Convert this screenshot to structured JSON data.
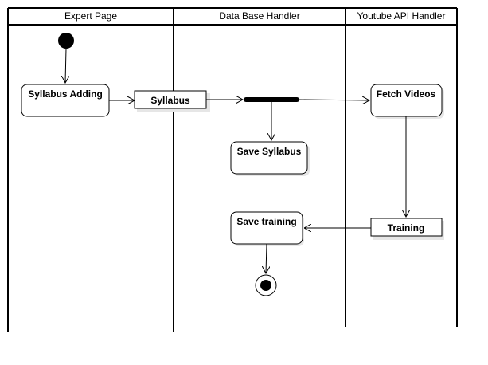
{
  "swimlanes": [
    {
      "id": "expert",
      "title": "Expert Page"
    },
    {
      "id": "db",
      "title": "Data Base Handler"
    },
    {
      "id": "yt",
      "title": "Youtube API Handler"
    }
  ],
  "nodes": {
    "syllabus_adding": "Syllabus Adding",
    "syllabus_object": "Syllabus",
    "save_syllabus": "Save Syllabus",
    "fetch_videos": "Fetch Videos",
    "training_object": "Training",
    "save_training": "Save training"
  },
  "colors": {
    "line": "#000000",
    "background": "#ffffff",
    "node_fill": "#ffffff"
  }
}
